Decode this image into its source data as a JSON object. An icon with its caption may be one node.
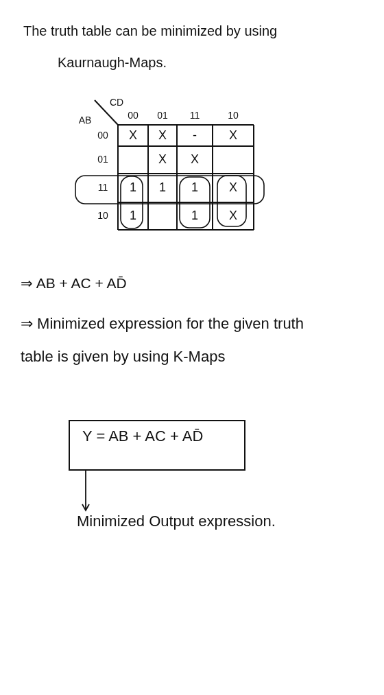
{
  "diagram": {
    "nodes": [
      {
        "text": [
          "Y = AB + AC + AD̄"
        ]
      },
      {
        "text": [
          "Minimized Output expression."
        ]
      }
    ],
    "edges": [
      {
        "from": 0,
        "to": 1,
        "arrow": "to"
      }
    ],
    "labels": [
      "The truth table can be minimized by using Kaurnaugh-Maps.",
      "CD",
      "AB",
      "00",
      "01",
      "11",
      "10",
      "00",
      "X",
      "X",
      "-",
      "X",
      "01",
      "X",
      "X",
      "11",
      "1",
      "1",
      "1",
      "X",
      "10",
      "1",
      "1",
      "X",
      "⇒ AB + AC + AD̄",
      "⇒ Minimized expression for the given truth table is given by using K-Maps"
    ]
  }
}
